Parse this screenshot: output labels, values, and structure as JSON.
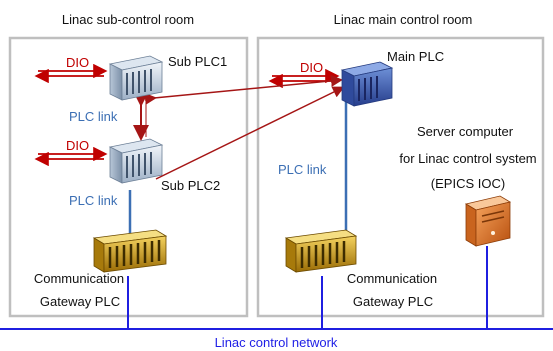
{
  "rooms": {
    "sub_title": "Linac sub-control room",
    "main_title": "Linac main control room"
  },
  "nodes": {
    "sub_plc1": "Sub PLC1",
    "sub_plc2": "Sub PLC2",
    "main_plc": "Main PLC",
    "server": [
      "Server computer",
      "for Linac control system",
      "(EPICS IOC)"
    ],
    "gateway_sub": [
      "Communication",
      "Gateway PLC"
    ],
    "gateway_main": [
      "Communication",
      "Gateway PLC"
    ]
  },
  "links": {
    "dio": "DIO",
    "plc_link": "PLC link"
  },
  "network": {
    "label": "Linac control network",
    "color": "#1f1fe0"
  },
  "colors": {
    "room_border": "#bfbfbf",
    "plc_link_color": "#3c6fb4",
    "dio_color": "#c00000",
    "cross_link_color": "#a51515"
  }
}
